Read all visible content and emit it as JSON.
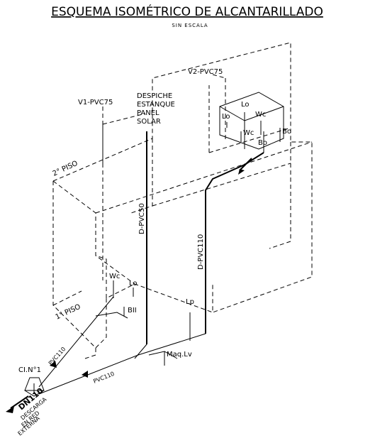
{
  "title": "ESQUEMA ISOMÉTRICO DE ALCANTARILLADO",
  "subtitle": "SIN ESCALA",
  "labels": {
    "v2": "V2-PVC75",
    "v1": "V1-PVC75",
    "despiche": [
      "DESPICHE",
      "ESTANQUE",
      "PANEL",
      "SOLAR"
    ],
    "piso2": "2° PISO",
    "piso1": "1° PISO",
    "d_pvc50": "D-PVC50",
    "d_pvc110": "D-PVC110",
    "wc": "Wc",
    "lo": "Lo",
    "bo": "Bo",
    "bii": "BII",
    "lp": "Lp",
    "maq_lv": "Maq.Lv",
    "pvc110_a": "PVC110",
    "pvc110_b": "PVC110",
    "cinum": "CI.N°1",
    "dn110": "DN110",
    "descarga": [
      "DESCARGA",
      "EN RED",
      "EXTERNA"
    ]
  }
}
